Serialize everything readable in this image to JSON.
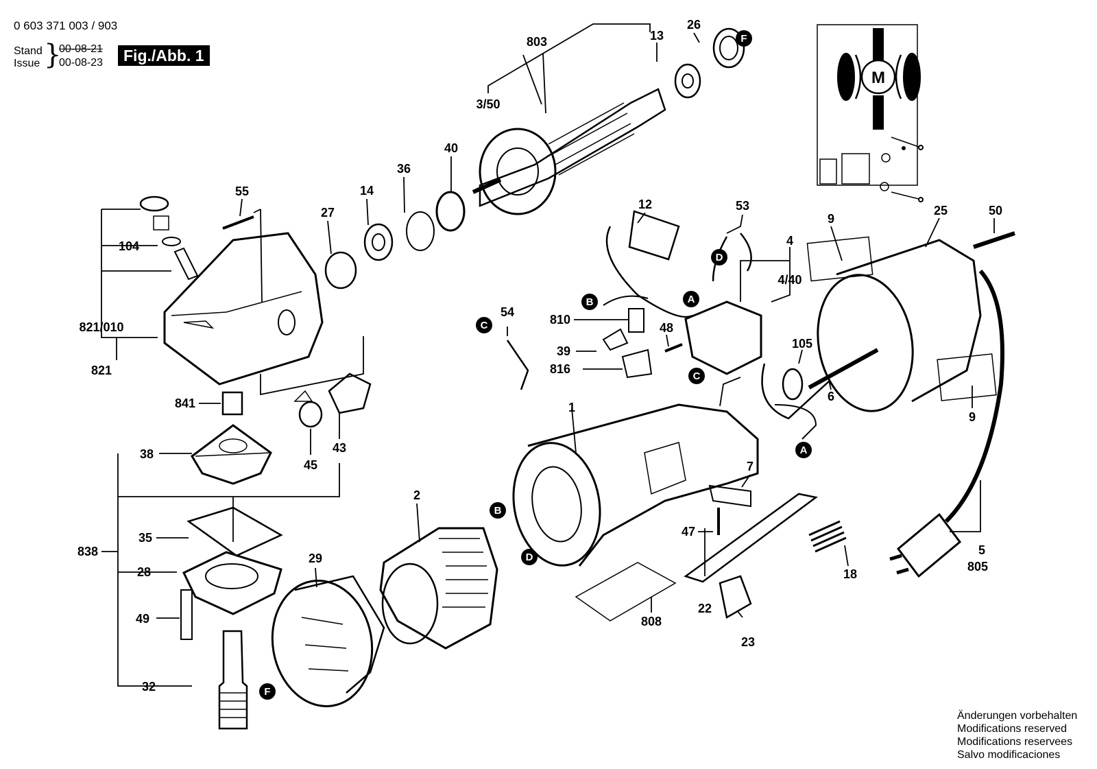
{
  "header": {
    "doc_number": "0 603 371 003 / 903",
    "stand_label": "Stand",
    "issue_label": "Issue",
    "stand_date": "00-08-21",
    "issue_date": "00-08-23",
    "brace": "}",
    "fig_title": "Fig./Abb. 1"
  },
  "footer": {
    "notes": [
      "Änderungen vorbehalten",
      "Modifications reserved",
      "Modifications reservees",
      "Salvo modificaciones"
    ]
  },
  "motor_symbol": "M",
  "part_labels": {
    "p803": "803",
    "p13": "13",
    "p26": "26",
    "p3_50": "3/50",
    "p40": "40",
    "p36": "36",
    "p14": "14",
    "p27": "27",
    "p55": "55",
    "p104": "104",
    "p821_010": "821/010",
    "p821": "821",
    "p841": "841",
    "p45": "45",
    "p43": "43",
    "p38": "38",
    "p35": "35",
    "p28": "28",
    "p838": "838",
    "p49": "49",
    "p32": "32",
    "p29": "29",
    "p2": "2",
    "p54": "54",
    "p810": "810",
    "p39": "39",
    "p816": "816",
    "p48": "48",
    "p12": "12",
    "p53": "53",
    "p4": "4",
    "p4_40": "4/40",
    "p105": "105",
    "p1": "1",
    "p7": "7",
    "p47": "47",
    "p808": "808",
    "p22": "22",
    "p23": "23",
    "p18": "18",
    "p9a": "9",
    "p25": "25",
    "p50": "50",
    "p6": "6",
    "p9b": "9",
    "p5": "5",
    "p805": "805"
  },
  "reference_markers": {
    "F1": "F",
    "F2": "F",
    "A1": "A",
    "A2": "A",
    "B1": "B",
    "B2": "B",
    "C1": "C",
    "C2": "C",
    "C3": "C",
    "D1": "D",
    "D2": "D"
  }
}
